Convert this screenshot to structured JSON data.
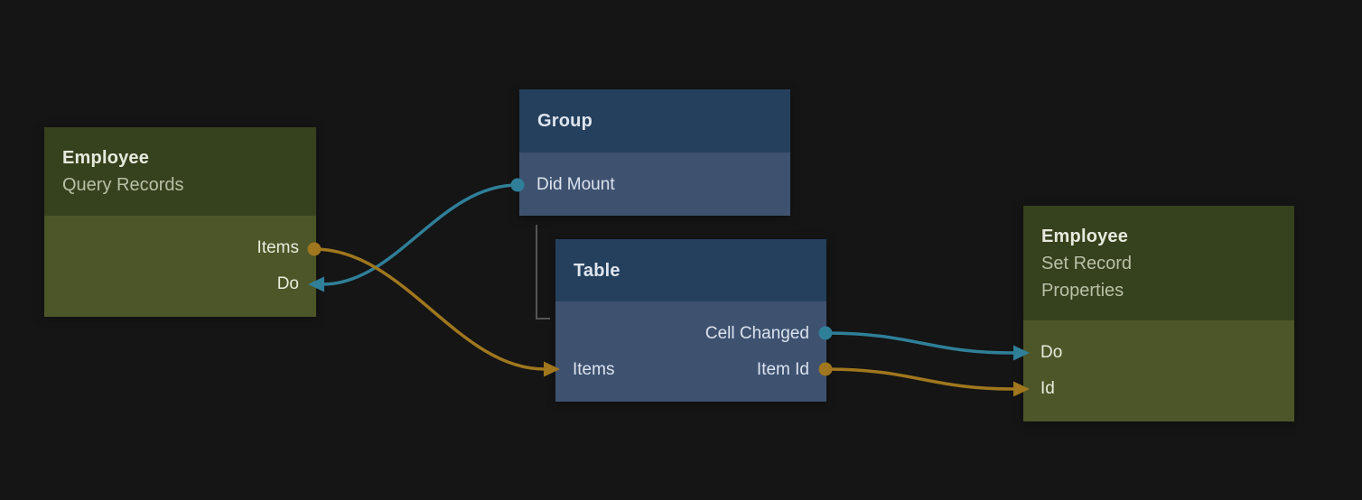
{
  "colors": {
    "background": "#151515",
    "olive_header": "#36411d",
    "olive_body": "#4c5628",
    "navy_header": "#24405d",
    "navy_body": "#3e5270",
    "title_warm": "#e6eade",
    "title_cool": "#dfe5ee",
    "subtitle_sage": "#b9c0a6",
    "label_warm": "#e9ecdd",
    "label_cool": "#dce3ee",
    "wire_teal": "#2f7f99",
    "wire_orange": "#a0771e",
    "elbow_gray": "#555555"
  },
  "nodes": [
    {
      "id": "employee-query-records",
      "title": "Employee",
      "subtitle": "Query Records",
      "ports": [
        {
          "label": "Items",
          "direction": "output",
          "connector": "orange-dot"
        },
        {
          "label": "Do",
          "direction": "input",
          "connector": "teal-arrow"
        }
      ]
    },
    {
      "id": "group",
      "title": "Group",
      "ports": [
        {
          "label": "Did Mount",
          "direction": "output",
          "connector": "teal-dot"
        }
      ]
    },
    {
      "id": "table",
      "title": "Table",
      "ports": [
        {
          "label": "Cell Changed",
          "direction": "output",
          "connector": "teal-dot"
        },
        {
          "label": "Items",
          "direction": "input",
          "connector": "orange-arrow"
        },
        {
          "label": "Item Id",
          "direction": "output",
          "connector": "orange-dot"
        }
      ]
    },
    {
      "id": "employee-set-record-properties",
      "title": "Employee",
      "subtitle": "Set Record\nProperties",
      "ports": [
        {
          "label": "Do",
          "direction": "input",
          "connector": "teal-arrow"
        },
        {
          "label": "Id",
          "direction": "input",
          "connector": "orange-arrow"
        }
      ]
    }
  ],
  "wires": [
    {
      "id": "wire-didmount-to-do",
      "color": "teal",
      "from": "Group.Did Mount",
      "to": "Employee Query Records.Do"
    },
    {
      "id": "wire-items-to-items",
      "color": "orange",
      "from": "Employee Query Records.Items",
      "to": "Table.Items"
    },
    {
      "id": "wire-cellchanged-to-do",
      "color": "teal",
      "from": "Table.Cell Changed",
      "to": "Employee Set Record Properties.Do"
    },
    {
      "id": "wire-itemid-to-id",
      "color": "orange",
      "from": "Table.Item Id",
      "to": "Employee Set Record Properties.Id"
    },
    {
      "id": "hierarchy-group-table",
      "color": "gray",
      "from": "Group",
      "to": "Table"
    }
  ]
}
